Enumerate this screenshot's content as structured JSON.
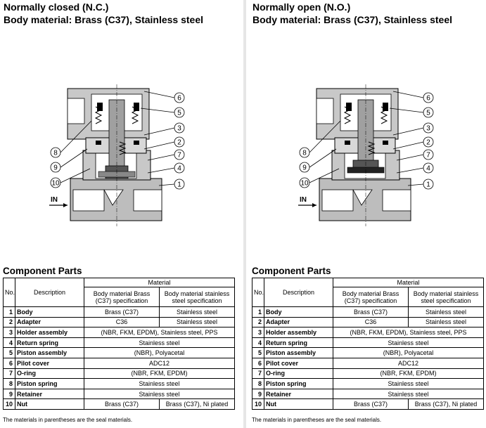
{
  "panels": [
    {
      "title": "Normally closed (N.C.)",
      "subtitle": "Body material: Brass (C37), Stainless steel",
      "in_label": "IN",
      "callouts": [
        "6",
        "5",
        "3",
        "2",
        "7",
        "4",
        "1",
        "8",
        "9",
        "10"
      ],
      "section_title": "Component Parts",
      "table": {
        "col_no": "No.",
        "col_desc": "Description",
        "col_material": "Material",
        "col_brass": "Body material Brass (C37) specification",
        "col_stainless": "Body material stainless steel specification",
        "rows": [
          {
            "no": "1",
            "desc": "Body",
            "brass": "Brass (C37)",
            "ss": "Stainless steel"
          },
          {
            "no": "2",
            "desc": "Adapter",
            "brass": "C36",
            "ss": "Stainless steel"
          },
          {
            "no": "3",
            "desc": "Holder assembly",
            "both": "(NBR, FKM, EPDM), Stainless steel, PPS"
          },
          {
            "no": "4",
            "desc": "Return spring",
            "both": "Stainless steel"
          },
          {
            "no": "5",
            "desc": "Piston assembly",
            "both": "(NBR), Polyacetal"
          },
          {
            "no": "6",
            "desc": "Pilot cover",
            "both": "ADC12"
          },
          {
            "no": "7",
            "desc": "O-ring",
            "both": "(NBR, FKM, EPDM)"
          },
          {
            "no": "8",
            "desc": "Piston spring",
            "both": "Stainless steel"
          },
          {
            "no": "9",
            "desc": "Retainer",
            "both": "Stainless steel"
          },
          {
            "no": "10",
            "desc": "Nut",
            "brass": "Brass (C37)",
            "ss": "Brass (C37), Ni plated"
          }
        ]
      },
      "note": "The materials in parentheses are the seal materials."
    },
    {
      "title": "Normally open (N.O.)",
      "subtitle": "Body material: Brass (C37), Stainless steel",
      "in_label": "IN",
      "callouts": [
        "6",
        "5",
        "3",
        "2",
        "7",
        "4",
        "1",
        "8",
        "9",
        "10"
      ],
      "section_title": "Component Parts",
      "table": {
        "col_no": "No.",
        "col_desc": "Description",
        "col_material": "Material",
        "col_brass": "Body material Brass (C37) specification",
        "col_stainless": "Body material stainless steel specification",
        "rows": [
          {
            "no": "1",
            "desc": "Body",
            "brass": "Brass (C37)",
            "ss": "Stainless steel"
          },
          {
            "no": "2",
            "desc": "Adapter",
            "brass": "C36",
            "ss": "Stainless steel"
          },
          {
            "no": "3",
            "desc": "Holder assembly",
            "both": "(NBR, FKM, EPDM), Stainless steel, PPS"
          },
          {
            "no": "4",
            "desc": "Return spring",
            "both": "Stainless steel"
          },
          {
            "no": "5",
            "desc": "Piston assembly",
            "both": "(NBR), Polyacetal"
          },
          {
            "no": "6",
            "desc": "Pilot cover",
            "both": "ADC12"
          },
          {
            "no": "7",
            "desc": "O-ring",
            "both": "(NBR, FKM, EPDM)"
          },
          {
            "no": "8",
            "desc": "Piston spring",
            "both": "Stainless steel"
          },
          {
            "no": "9",
            "desc": "Retainer",
            "both": "Stainless steel"
          },
          {
            "no": "10",
            "desc": "Nut",
            "brass": "Brass (C37)",
            "ss": "Brass (C37), Ni plated"
          }
        ]
      },
      "note": "The materials in parentheses are the seal materials."
    }
  ]
}
